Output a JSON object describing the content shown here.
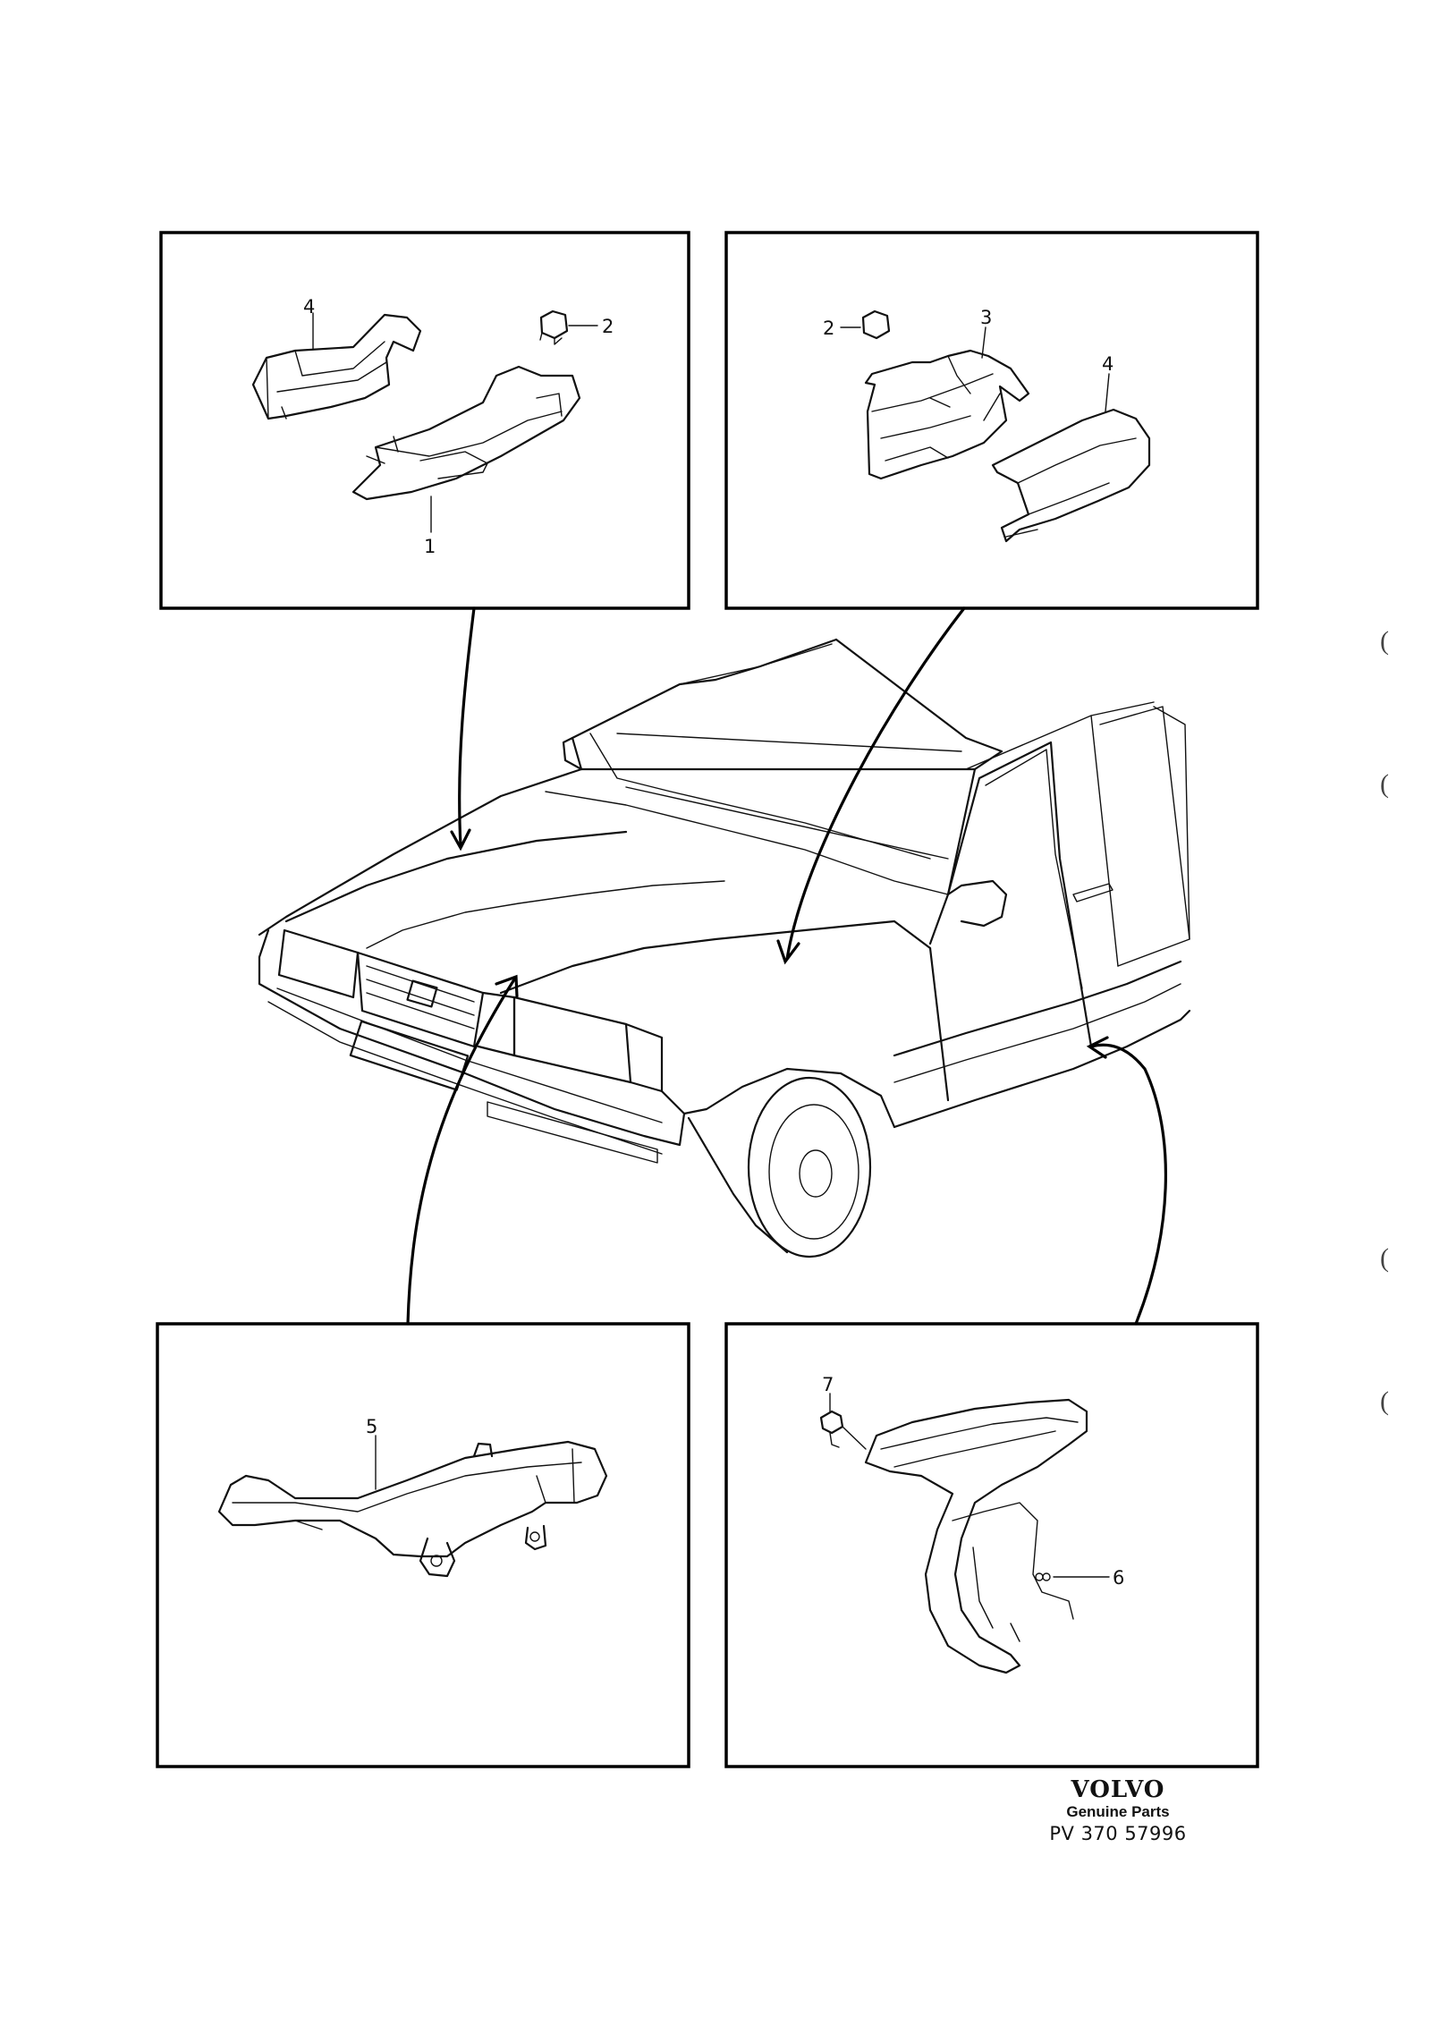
{
  "callouts": {
    "p1": {
      "label_4": "4",
      "label_2": "2",
      "label_1": "1"
    },
    "p2": {
      "label_2": "2",
      "label_3": "3",
      "label_4": "4"
    },
    "p3": {
      "label_5": "5"
    },
    "p4": {
      "label_7": "7",
      "label_6": "6"
    }
  },
  "footer": {
    "brand": "VOLVO",
    "tagline": "Genuine Parts",
    "code": "PV 370 57996"
  },
  "margin_marks": [
    "(",
    "(",
    "(",
    "("
  ],
  "colors": {
    "ink": "#111111",
    "paper": "#ffffff"
  }
}
